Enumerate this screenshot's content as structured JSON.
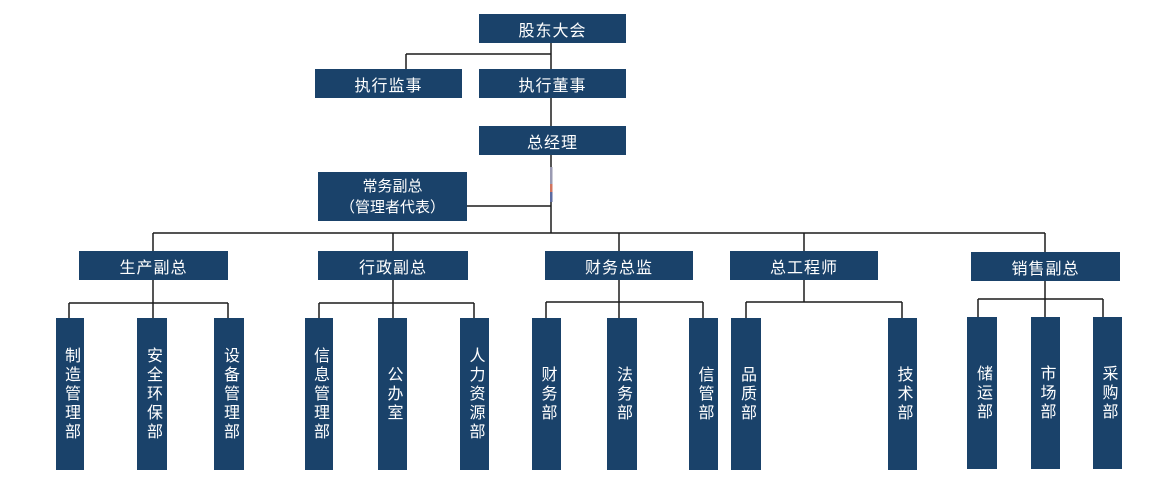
{
  "colors": {
    "box_fill": "#1a426a",
    "box_text": "#ffffff",
    "line": "#1c1c1c",
    "bg": "#ffffff",
    "artifact_gray": "#9a9ab2",
    "artifact_red": "#d0745f",
    "artifact_blue": "#5c6ba0"
  },
  "nodes": {
    "shareholders": {
      "label": "股东大会"
    },
    "supervisor": {
      "label": "执行监事"
    },
    "director": {
      "label": "执行董事"
    },
    "gm": {
      "label": "总经理"
    },
    "evp": {
      "label_line1": "常务副总",
      "label_line2": "（管理者代表）"
    },
    "prod_vp": {
      "label": "生产副总"
    },
    "admin_vp": {
      "label": "行政副总"
    },
    "fin_director": {
      "label": "财务总监"
    },
    "chief_engineer": {
      "label": "总工程师"
    },
    "sales_vp": {
      "label": "销售副总"
    },
    "mfg_dept": {
      "label": "制造管理部"
    },
    "safety_dept": {
      "label": "安全环保部"
    },
    "equipment_dept": {
      "label": "设备管理部"
    },
    "info_dept": {
      "label": "信息管理部"
    },
    "office": {
      "label": "公办室"
    },
    "hr_dept": {
      "label": "人力资源部"
    },
    "finance_dept": {
      "label": "财务部"
    },
    "legal_dept": {
      "label": "法务部"
    },
    "credit_dept": {
      "label": "信管部"
    },
    "quality_dept": {
      "label": "品质部"
    },
    "tech_dept": {
      "label": "技术部"
    },
    "storage_dept": {
      "label": "储运部"
    },
    "market_dept": {
      "label": "市场部"
    },
    "purchasing_dept": {
      "label": "采购部"
    }
  }
}
